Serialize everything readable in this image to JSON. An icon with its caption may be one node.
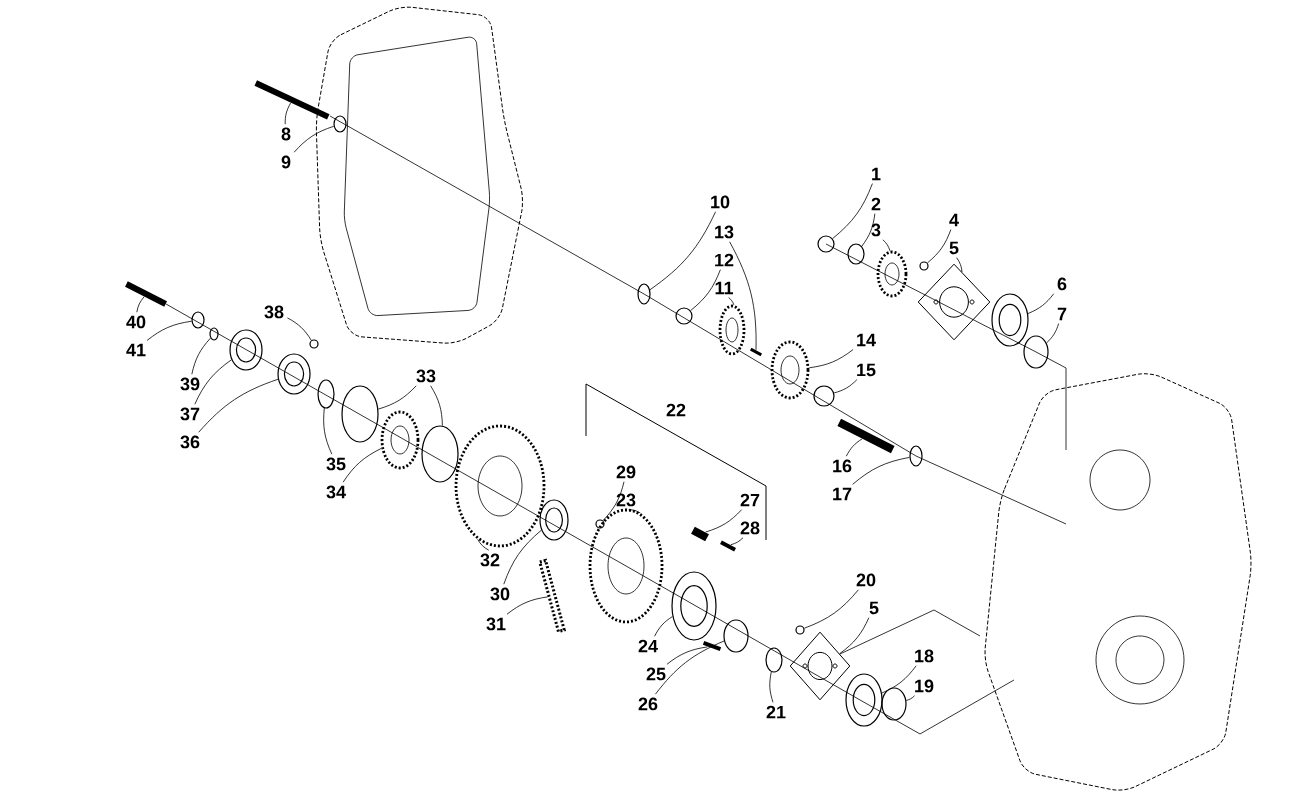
{
  "diagram": {
    "nodes": [
      {
        "text": [
          "1"
        ]
      },
      {
        "text": [
          "2"
        ]
      },
      {
        "text": [
          "3"
        ]
      },
      {
        "text": [
          "4"
        ]
      },
      {
        "text": [
          "5"
        ]
      },
      {
        "text": [
          "6"
        ]
      },
      {
        "text": [
          "7"
        ]
      },
      {
        "text": [
          "8"
        ]
      },
      {
        "text": [
          "9"
        ]
      },
      {
        "text": [
          "10"
        ]
      },
      {
        "text": [
          "13"
        ]
      },
      {
        "text": [
          "12"
        ]
      },
      {
        "text": [
          "11"
        ]
      },
      {
        "text": [
          "14"
        ]
      },
      {
        "text": [
          "15"
        ]
      },
      {
        "text": [
          "16"
        ]
      },
      {
        "text": [
          "17"
        ]
      },
      {
        "text": [
          "29"
        ]
      },
      {
        "text": [
          "23"
        ]
      },
      {
        "text": [
          "27"
        ]
      },
      {
        "text": [
          "28"
        ]
      },
      {
        "text": [
          "20"
        ]
      },
      {
        "text": [
          "5"
        ]
      },
      {
        "text": [
          "18"
        ]
      },
      {
        "text": [
          "19"
        ]
      },
      {
        "text": [
          "24"
        ]
      },
      {
        "text": [
          "25"
        ]
      },
      {
        "text": [
          "26"
        ]
      },
      {
        "text": [
          "21"
        ]
      },
      {
        "text": [
          "32"
        ]
      },
      {
        "text": [
          "30"
        ]
      },
      {
        "text": [
          "31"
        ]
      },
      {
        "text": [
          "33"
        ]
      },
      {
        "text": [
          "35"
        ]
      },
      {
        "text": [
          "34"
        ]
      },
      {
        "text": [
          "38"
        ]
      },
      {
        "text": [
          "40"
        ]
      },
      {
        "text": [
          "41"
        ]
      },
      {
        "text": [
          "39"
        ]
      },
      {
        "text": [
          "37"
        ]
      },
      {
        "text": [
          "36"
        ]
      },
      {
        "text": [],
        "shape": "bar"
      },
      {
        "text": [],
        "shape": "circle"
      },
      {
        "text": [],
        "shape": "circle"
      },
      {
        "text": [],
        "shape": "picture"
      },
      {
        "text": [],
        "shape": "bar"
      },
      {
        "text": [],
        "shape": "picture"
      },
      {
        "text": [],
        "shape": "circle"
      },
      {
        "text": [],
        "shape": "circle"
      },
      {
        "text": [],
        "shape": "circle"
      },
      {
        "text": [],
        "shape": "circle"
      },
      {
        "text": [],
        "shape": "picture"
      },
      {
        "text": [],
        "shape": "circle"
      },
      {
        "text": [],
        "shape": "picture"
      },
      {
        "text": [],
        "shape": "picture"
      },
      {
        "text": [],
        "shape": "picture"
      },
      {
        "text": [],
        "shape": "circle"
      },
      {
        "text": [],
        "shape": "picture"
      },
      {
        "text": [],
        "shape": "circle"
      },
      {
        "text": [],
        "shape": "circle"
      },
      {
        "text": [],
        "shape": "picture"
      },
      {
        "text": [],
        "shape": "bar"
      },
      {
        "text": [],
        "shape": "bar"
      },
      {
        "text": [],
        "shape": "bar"
      },
      {
        "text": [],
        "shape": "picture"
      },
      {
        "text": [],
        "shape": "circle"
      },
      {
        "text": [],
        "shape": "bar"
      },
      {
        "text": [],
        "shape": "circle"
      },
      {
        "text": [],
        "shape": "picture"
      },
      {
        "text": [],
        "shape": "circle"
      },
      {
        "text": [],
        "shape": "picture"
      },
      {
        "text": [],
        "shape": "circle"
      },
      {
        "text": [],
        "shape": "circle"
      },
      {
        "text": [],
        "shape": "circle"
      },
      {
        "text": [],
        "shape": "picture"
      },
      {
        "text": [],
        "shape": "bar"
      },
      {
        "text": [],
        "shape": "picture"
      },
      {
        "text": [],
        "shape": "circle"
      },
      {
        "text": [],
        "shape": "circle"
      },
      {
        "text": [],
        "shape": "circle"
      },
      {
        "text": [],
        "shape": "picture"
      },
      {
        "text": [],
        "shape": "picture"
      },
      {
        "text": [],
        "shape": "circle"
      }
    ],
    "edges": [
      {
        "from": 0,
        "to": 72,
        "arrow": "none"
      },
      {
        "from": 1,
        "to": 73,
        "arrow": "none"
      },
      {
        "from": 2,
        "to": 76,
        "arrow": "none"
      },
      {
        "from": 3,
        "to": 79,
        "arrow": "none"
      },
      {
        "from": 4,
        "to": 80,
        "arrow": "none"
      },
      {
        "from": 5,
        "to": 81,
        "arrow": "none"
      },
      {
        "from": 6,
        "to": 82,
        "arrow": "none"
      },
      {
        "from": 7,
        "to": 45,
        "arrow": "none"
      },
      {
        "from": 8,
        "to": 49,
        "arrow": "none"
      },
      {
        "from": 9,
        "to": 58,
        "arrow": "none"
      },
      {
        "from": 10,
        "to": 66,
        "arrow": "none"
      },
      {
        "from": 11,
        "to": 59,
        "arrow": "none"
      },
      {
        "from": 12,
        "to": 64,
        "arrow": "none"
      },
      {
        "from": 13,
        "to": 68,
        "arrow": "none"
      },
      {
        "from": 14,
        "to": 71,
        "arrow": "none"
      },
      {
        "from": 15,
        "to": 75,
        "arrow": "none"
      },
      {
        "from": 16,
        "to": 78,
        "arrow": "none"
      },
      {
        "from": 17,
        "to": 56,
        "arrow": "none"
      },
      {
        "from": 18,
        "to": 57,
        "arrow": "none"
      },
      {
        "from": 19,
        "to": 61,
        "arrow": "none"
      },
      {
        "from": 20,
        "to": 63,
        "arrow": "none"
      },
      {
        "from": 21,
        "to": 69,
        "arrow": "none"
      },
      {
        "from": 22,
        "to": 70,
        "arrow": "none"
      },
      {
        "from": 23,
        "to": 74,
        "arrow": "none"
      },
      {
        "from": 24,
        "to": 77,
        "arrow": "none"
      },
      {
        "from": 25,
        "to": 60,
        "arrow": "none"
      },
      {
        "from": 26,
        "to": 62,
        "arrow": "none"
      },
      {
        "from": 27,
        "to": 65,
        "arrow": "none"
      },
      {
        "from": 28,
        "to": 67,
        "arrow": "none"
      },
      {
        "from": 29,
        "to": 53,
        "arrow": "none"
      },
      {
        "from": 30,
        "to": 55,
        "arrow": "none"
      },
      {
        "from": 31,
        "to": 54,
        "arrow": "none"
      },
      {
        "from": 32,
        "to": 50,
        "arrow": "none"
      },
      {
        "from": 32,
        "to": 52,
        "arrow": "none"
      },
      {
        "from": 33,
        "to": 48,
        "arrow": "none"
      },
      {
        "from": 34,
        "to": 51,
        "arrow": "none"
      },
      {
        "from": 35,
        "to": 47,
        "arrow": "none"
      },
      {
        "from": 36,
        "to": 41,
        "arrow": "none"
      },
      {
        "from": 37,
        "to": 42,
        "arrow": "none"
      },
      {
        "from": 38,
        "to": 43,
        "arrow": "none"
      },
      {
        "from": 39,
        "to": 44,
        "arrow": "none"
      },
      {
        "from": 40,
        "to": 46,
        "arrow": "none"
      }
    ],
    "labels": [
      "22"
    ]
  }
}
